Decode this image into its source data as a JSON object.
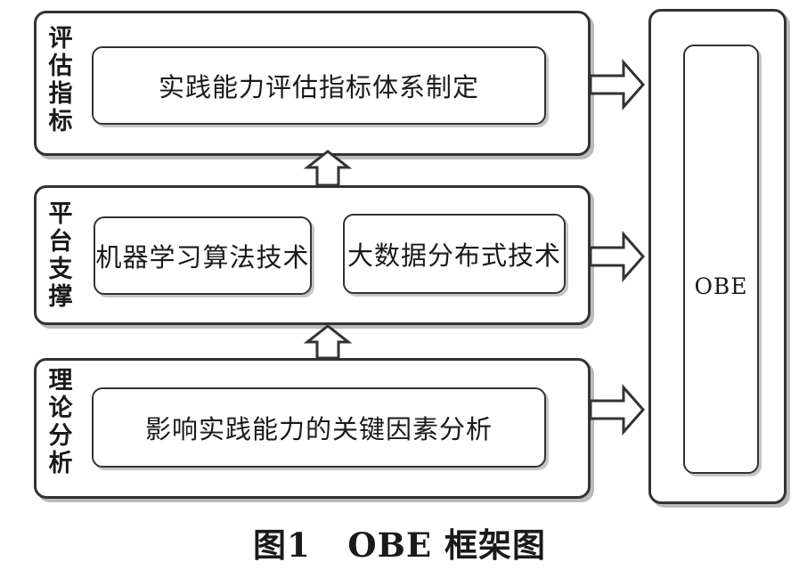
{
  "layers": [
    {
      "id": "evaluation",
      "label_chars": [
        "评",
        "估",
        "指",
        "标"
      ],
      "items": [
        "实践能力评估指标体系制定"
      ]
    },
    {
      "id": "platform",
      "label_chars": [
        "平",
        "台",
        "支",
        "撑"
      ],
      "items": [
        "机器学习算法技术",
        "大数据分布式技术"
      ]
    },
    {
      "id": "theory",
      "label_chars": [
        "理",
        "论",
        "分",
        "析"
      ],
      "items": [
        "影响实践能力的关键因素分析"
      ]
    }
  ],
  "obe": {
    "label": "OBE"
  },
  "caption": "图1   OBE 框架图"
}
